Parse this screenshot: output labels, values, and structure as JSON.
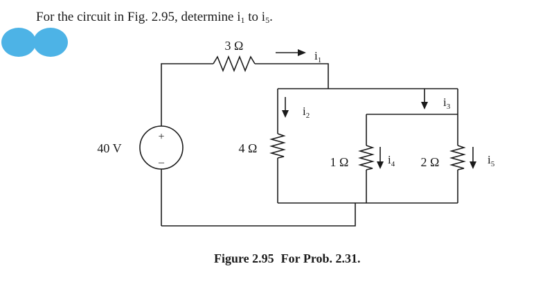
{
  "problem": {
    "text": "For the circuit in Fig. 2.95, determine i",
    "sub1": "1",
    "mid": " to i",
    "sub5": "5",
    "end": "."
  },
  "circuit": {
    "source_voltage": "40 V",
    "source_plus": "+",
    "source_minus": "–",
    "r1": "3 Ω",
    "r2": "4 Ω",
    "r3": "1 Ω",
    "r4": "2 Ω",
    "currents": [
      {
        "name": "i",
        "sub": "1"
      },
      {
        "name": "i",
        "sub": "2"
      },
      {
        "name": "i",
        "sub": "3"
      },
      {
        "name": "i",
        "sub": "4"
      },
      {
        "name": "i",
        "sub": "5"
      }
    ]
  },
  "caption": {
    "figure": "Figure 2.95",
    "prob": "For Prob. 2.31."
  },
  "colors": {
    "wire": "#1a1a1a",
    "highlight": "#4db3e6"
  }
}
